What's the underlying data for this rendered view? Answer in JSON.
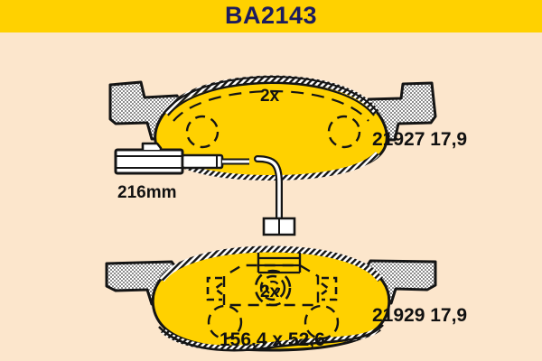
{
  "header": {
    "title": "BA2143",
    "bar_color": "#ffd100",
    "title_color": "#1b1b5e"
  },
  "page": {
    "background_color": "#fce6cc",
    "pad_fill_color": "#ffd100",
    "outline_color": "#000000"
  },
  "diagram": {
    "type": "brake-pad-set-technical-drawing",
    "top_pad": {
      "quantity_label": "2x",
      "part_number_label": "21927 17,9",
      "part_number": "21927",
      "thickness_mm": "17,9"
    },
    "bottom_pad": {
      "quantity_label": "2x",
      "part_number_label": "21929 17,9",
      "part_number": "21929",
      "thickness_mm": "17,9",
      "has_wear_sensor": true
    },
    "wear_sensor": {
      "cable_length_label": "216mm",
      "cable_length_mm": "216"
    },
    "dimensions_label": "156,4 x 52,6",
    "width_mm": "156,4",
    "height_mm": "52,6"
  }
}
